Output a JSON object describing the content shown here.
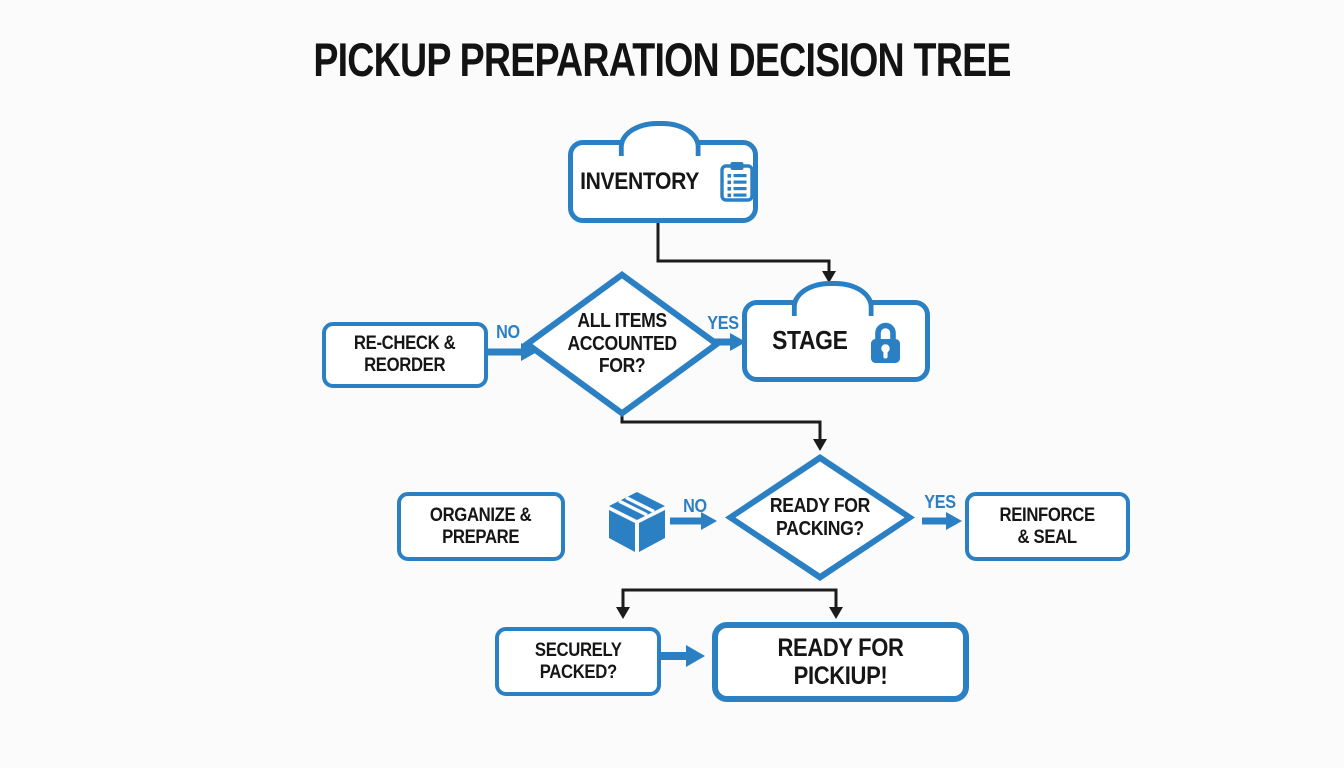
{
  "title": "PICKUP PREPARATION DECISION TREE",
  "colors": {
    "accent": "#2b80c4",
    "line": "#1c1c1c",
    "text": "#141414",
    "background": "#fbfbfb"
  },
  "nodes": {
    "inventory": {
      "label": "INVENTORY",
      "icon": "clipboard-icon"
    },
    "recheck_reorder": {
      "label": "RE-CHECK &\nREORDER"
    },
    "all_items_accounted": {
      "label": "ALL ITEMS\nACCOUNTED\nFOR?"
    },
    "stage": {
      "label": "STAGE",
      "icon": "lock-icon"
    },
    "organize_prepare": {
      "label": "ORGANIZE &\nPREPARE"
    },
    "package": {
      "icon": "package-icon"
    },
    "ready_for_packing": {
      "label": "READY FOR\nPACKING?"
    },
    "reinforce_seal": {
      "label": "REINFORCE\n& SEAL"
    },
    "securely_packed": {
      "label": "SECURELY\nPACKED?"
    },
    "ready_for_pickup": {
      "label": "READY FOR PICKIUP!"
    }
  },
  "edge_labels": {
    "no_accounted": "NO",
    "yes_accounted": "YES",
    "no_packing": "NO",
    "yes_packing": "YES"
  }
}
